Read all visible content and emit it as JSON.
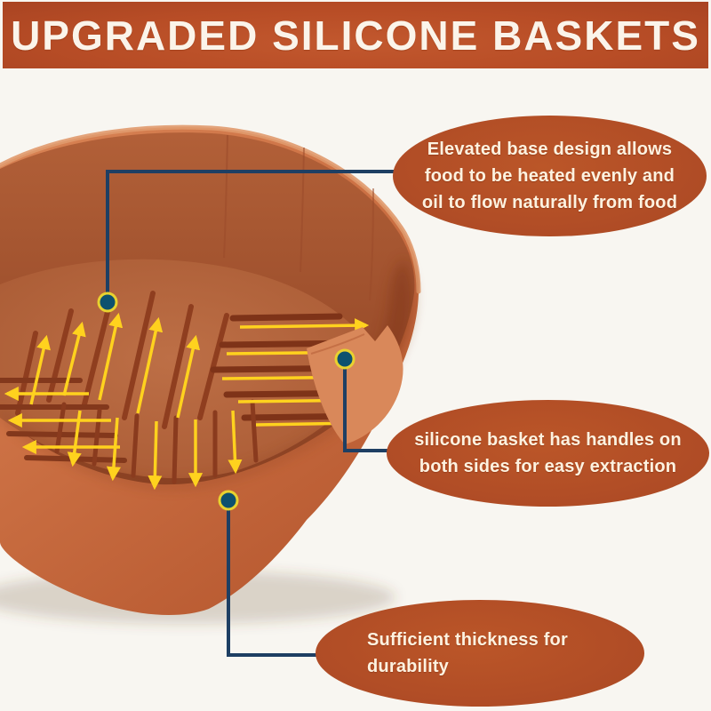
{
  "title": "UPGRADED SILICONE BASKETS",
  "callouts": [
    {
      "id": "elevated-base",
      "lines": [
        "Elevated base design allows",
        "food to be heated evenly and",
        "oil to flow naturally from food"
      ]
    },
    {
      "id": "handles",
      "lines": [
        "silicone basket has handles on",
        "both sides for easy extraction"
      ]
    },
    {
      "id": "thickness",
      "lines": [
        "Sufficient thickness for",
        "durability"
      ]
    }
  ],
  "icons": {
    "callout-anchor-dot": "dark teal filled circle with yellow ring",
    "airflow-arrow": "yellow straight arrow showing air/oil flow direction"
  },
  "colors": {
    "background": "#f8f6f1",
    "banner_bg": "#b84d26",
    "banner_text": "#fbf4ea",
    "callout_bg": "#b14d26",
    "callout_text": "#fdf2e0",
    "leader_line": "#1e3f63",
    "anchor_dot_fill": "#0d516f",
    "anchor_dot_ring": "#e8d22f",
    "airflow_arrow": "#ffd21e",
    "basket_light": "#d88354",
    "basket_mid": "#c96f42",
    "basket_shadowed": "#8a4123"
  }
}
